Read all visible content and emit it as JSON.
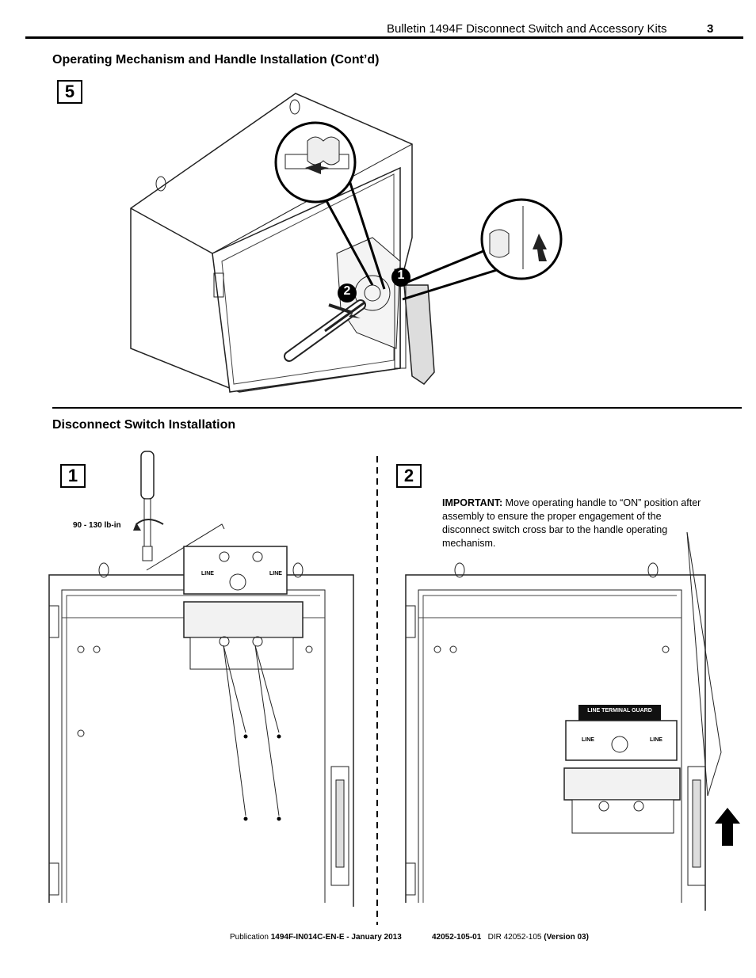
{
  "header": {
    "title": "Bulletin 1494F Disconnect Switch and Accessory Kits",
    "page_number": "3"
  },
  "section1": {
    "title": "Operating Mechanism and Handle Installation (Cont’d)",
    "step": "5",
    "callouts": [
      "1",
      "2"
    ]
  },
  "section2": {
    "title": "Disconnect Switch Installation",
    "step1": "1",
    "step2": "2",
    "torque": "90 - 130 lb-in",
    "important_label": "IMPORTANT:",
    "important_text": "Move operating handle to “ON” position after assembly to ensure the proper engagement of the disconnect switch cross bar to the handle operating mechanism.",
    "line_label": "LINE",
    "guard_label": "LINE TERMINAL GUARD"
  },
  "footer": {
    "pub_prefix": "Publication",
    "pub_id": "1494F-IN014C-EN-E - January 2013",
    "doc_number": "42052-105-01",
    "dir_text": "DIR 42052-105",
    "version": "(Version 03)"
  }
}
